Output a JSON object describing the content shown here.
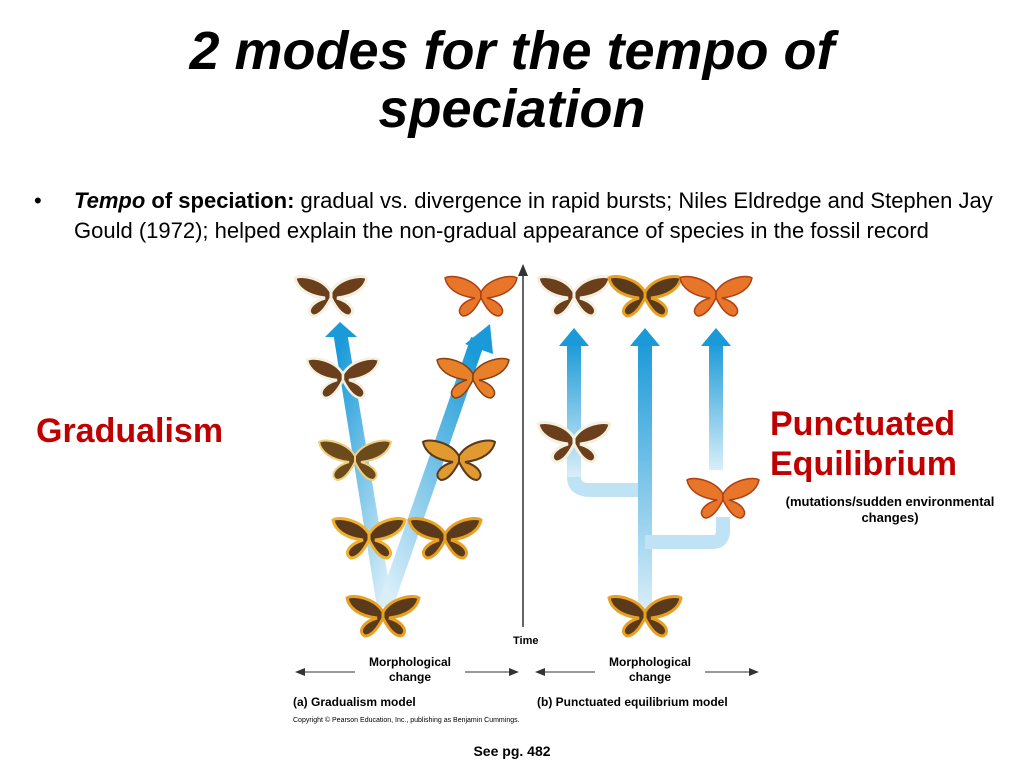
{
  "slide": {
    "title_line1": "2 modes for the tempo of",
    "title_line2": "speciation",
    "bullet_marker": "•",
    "bullet_term": "Tempo",
    "bullet_term_rest": " of speciation:",
    "bullet_text": " gradual vs. divergence in rapid bursts; Niles Eldredge and Stephen Jay Gould (1972); helped explain the non-gradual appearance of species in the fossil record",
    "left_label": "Gradualism",
    "right_label_line1": "Punctuated",
    "right_label_line2": "Equilibrium",
    "right_note": "(mutations/sudden environmental changes)",
    "footer": "See pg. 482"
  },
  "figure": {
    "time_label": "Time",
    "left_axis_label_line1": "Morphological",
    "left_axis_label_line2": "change",
    "right_axis_label_line1": "Morphological",
    "right_axis_label_line2": "change",
    "left_caption": "(a) Gradualism model",
    "right_caption": "(b) Punctuated equilibrium model",
    "copyright": "Copyright © Pearson Education, Inc., publishing as Benjamin Cummings."
  },
  "colors": {
    "accent_red": "#c00000",
    "branch_blue": "#1a9ad8",
    "branch_light": "#bfe2f4",
    "wing_brown": "#5a3a1a",
    "wing_orange": "#e8762a",
    "wing_gold": "#e6a020",
    "wing_white": "#f4f0e0"
  }
}
